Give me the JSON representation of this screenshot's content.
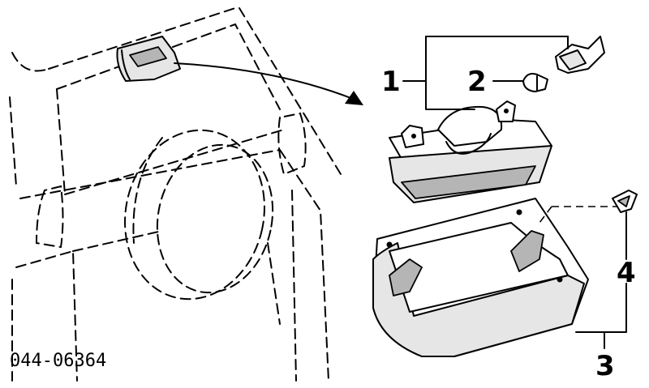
{
  "diagram": {
    "callouts": [
      "1",
      "2",
      "3",
      "4"
    ],
    "part_code": "044-06364",
    "colors": {
      "ink": "#000000",
      "paper": "#ffffff",
      "shade": "#e6e6e6"
    }
  }
}
